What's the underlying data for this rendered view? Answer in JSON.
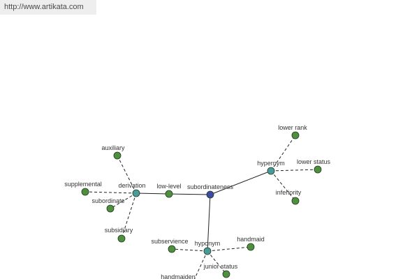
{
  "header": {
    "url": "http://www.artikata.com"
  },
  "colors": {
    "root": "#3d4aa6",
    "relation": "#4a9a9a",
    "term": "#4f8f3e",
    "edge": "#222222"
  },
  "graph": {
    "nodes": [
      {
        "id": "subordinateness",
        "label": "subordinateness",
        "kind": "root"
      },
      {
        "id": "hypernym",
        "label": "hypernym",
        "kind": "relation"
      },
      {
        "id": "hyponym",
        "label": "hyponym",
        "kind": "relation"
      },
      {
        "id": "derivation",
        "label": "derivation",
        "kind": "relation"
      },
      {
        "id": "low-level",
        "label": "low-level",
        "kind": "term"
      },
      {
        "id": "lower-rank",
        "label": "lower rank",
        "kind": "term"
      },
      {
        "id": "lower-status",
        "label": "lower status",
        "kind": "term"
      },
      {
        "id": "inferiority",
        "label": "inferiority",
        "kind": "term"
      },
      {
        "id": "subservience",
        "label": "subservience",
        "kind": "term"
      },
      {
        "id": "handmaid",
        "label": "handmaid",
        "kind": "term"
      },
      {
        "id": "junior-status",
        "label": "junior status",
        "kind": "term"
      },
      {
        "id": "handmaiden",
        "label": "handmaiden",
        "kind": "term"
      },
      {
        "id": "auxiliary",
        "label": "auxiliary",
        "kind": "term"
      },
      {
        "id": "supplemental",
        "label": "supplemental",
        "kind": "term"
      },
      {
        "id": "subordinate",
        "label": "subordinate",
        "kind": "term"
      },
      {
        "id": "subsidiary",
        "label": "subsidiary",
        "kind": "term"
      }
    ],
    "edges": [
      {
        "from": "subordinateness",
        "to": "hypernym",
        "style": "solid"
      },
      {
        "from": "subordinateness",
        "to": "hyponym",
        "style": "solid"
      },
      {
        "from": "subordinateness",
        "to": "low-level",
        "style": "solid"
      },
      {
        "from": "low-level",
        "to": "derivation",
        "style": "solid"
      },
      {
        "from": "hypernym",
        "to": "lower-rank",
        "style": "dashed"
      },
      {
        "from": "hypernym",
        "to": "lower-status",
        "style": "dashed"
      },
      {
        "from": "hypernym",
        "to": "inferiority",
        "style": "dashed"
      },
      {
        "from": "hyponym",
        "to": "subservience",
        "style": "dashed"
      },
      {
        "from": "hyponym",
        "to": "handmaid",
        "style": "dashed"
      },
      {
        "from": "hyponym",
        "to": "junior-status",
        "style": "dashed"
      },
      {
        "from": "hyponym",
        "to": "handmaiden",
        "style": "dashed"
      },
      {
        "from": "derivation",
        "to": "auxiliary",
        "style": "dashed"
      },
      {
        "from": "derivation",
        "to": "supplemental",
        "style": "dashed"
      },
      {
        "from": "derivation",
        "to": "subordinate",
        "style": "dashed"
      },
      {
        "from": "derivation",
        "to": "subsidiary",
        "style": "dashed"
      }
    ]
  }
}
